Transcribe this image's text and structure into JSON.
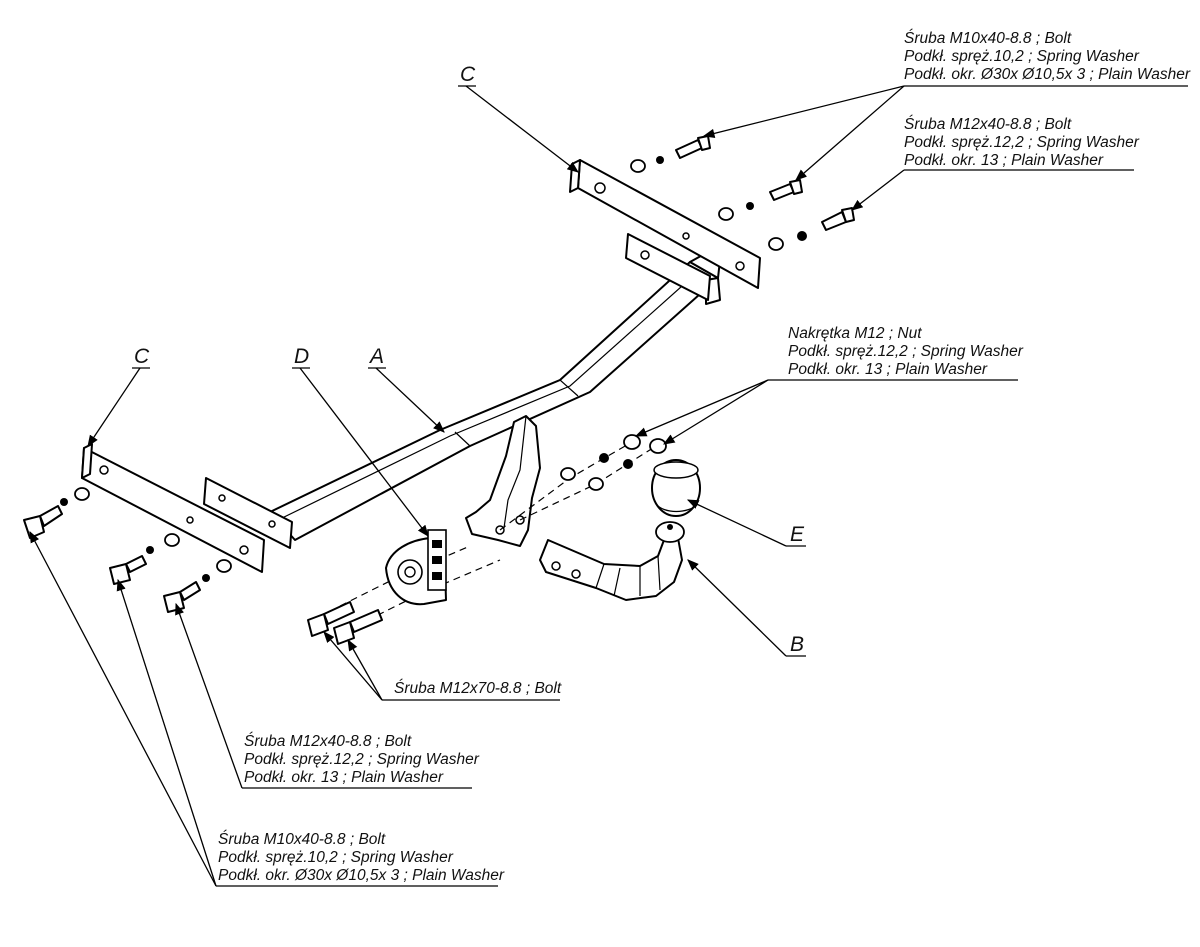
{
  "parts": {
    "A": "A",
    "B": "B",
    "C": "C",
    "D": "D",
    "E": "E"
  },
  "callouts": {
    "top_bolt_m10": {
      "line1": "Śruba M10x40-8.8 ;  Bolt",
      "line2": "Podkł. spręż.10,2 ; Spring Washer",
      "line3": "Podkł. okr. Ø30x Ø10,5x 3 ; Plain Washer"
    },
    "top_bolt_m12": {
      "line1": "Śruba M12x40-8.8 ;  Bolt",
      "line2": "Podkł. spręż.12,2 ; Spring Washer",
      "line3": "Podkł. okr. 13 ; Plain Washer"
    },
    "nut_m12": {
      "line1": "Nakrętka  M12 ; Nut",
      "line2": "Podkł. spręż.12,2 ; Spring Washer",
      "line3": "Podkł. okr. 13 ; Plain Washer"
    },
    "bolt_m12x70": {
      "line1": "Śruba M12x70-8.8 ;  Bolt"
    },
    "bottom_bolt_m12": {
      "line1": "Śruba M12x40-8.8 ;  Bolt",
      "line2": "Podkł. spręż.12,2 ; Spring Washer",
      "line3": "Podkł. okr. 13 ; Plain Washer"
    },
    "bottom_bolt_m10": {
      "line1": "Śruba M10x40-8.8 ;  Bolt",
      "line2": "Podkł. spręż.10,2 ; Spring Washer",
      "line3": "Podkł. okr. Ø30x Ø10,5x 3 ; Plain Washer"
    }
  }
}
